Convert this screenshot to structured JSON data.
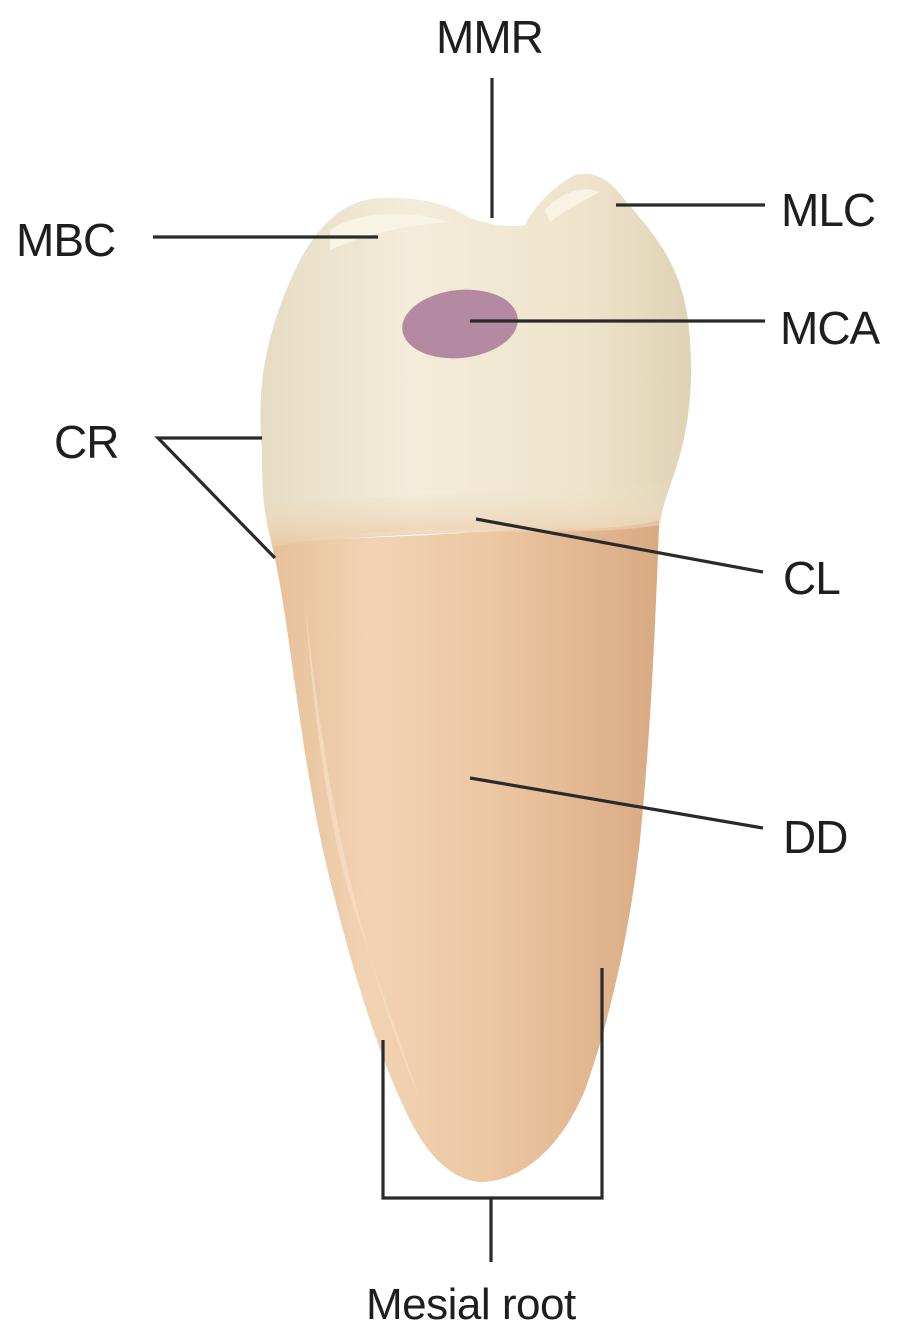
{
  "labels": {
    "mmr": "MMR",
    "mlc": "MLC",
    "mbc": "MBC",
    "mca": "MCA",
    "cr": "CR",
    "cl": "CL",
    "dd": "DD",
    "root": "Mesial root"
  },
  "colors": {
    "crown": "#ece2cc",
    "crown_highlight": "#f6efde",
    "root": "#ecc9a5",
    "root_shade": "#dcae86",
    "contact_area": "#b48aa3",
    "leader_lines": "#2a2a2a",
    "text": "#1e1e1e"
  }
}
